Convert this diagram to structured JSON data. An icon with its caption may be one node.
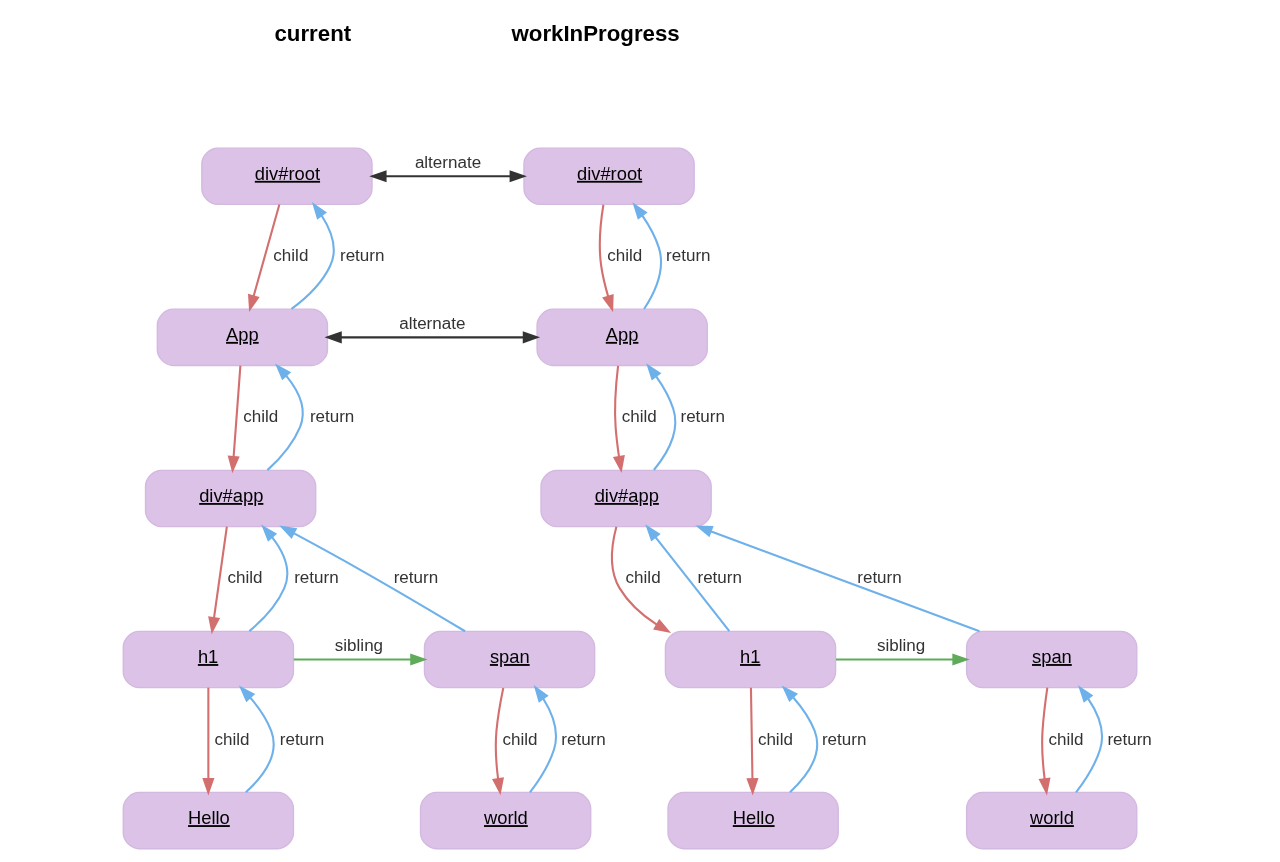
{
  "diagram": {
    "nodes": [
      {
        "text": [
          "div#root"
        ]
      },
      {
        "text": [
          "App"
        ]
      },
      {
        "text": [
          "div#app"
        ]
      },
      {
        "text": [
          "h1"
        ]
      },
      {
        "text": [
          "span"
        ]
      },
      {
        "text": [
          "Hello"
        ]
      },
      {
        "text": [
          "world"
        ]
      },
      {
        "text": [
          "div#root"
        ]
      },
      {
        "text": [
          "App"
        ]
      },
      {
        "text": [
          "div#app"
        ]
      },
      {
        "text": [
          "h1"
        ]
      },
      {
        "text": [
          "span"
        ]
      },
      {
        "text": [
          "Hello"
        ]
      },
      {
        "text": [
          "world"
        ]
      }
    ],
    "edges": [
      {
        "from": 0,
        "to": 7,
        "arrow": "both",
        "label": "alternate",
        "color": "#333333"
      },
      {
        "from": 0,
        "to": 1,
        "arrow": "to",
        "label": "child",
        "color": "#d36f6f"
      },
      {
        "from": 1,
        "to": 0,
        "arrow": "to",
        "label": "return",
        "color": "#6eb1ea"
      },
      {
        "from": 1,
        "to": 8,
        "arrow": "both",
        "label": "alternate",
        "color": "#333333"
      },
      {
        "from": 1,
        "to": 2,
        "arrow": "to",
        "label": "child",
        "color": "#d36f6f"
      },
      {
        "from": 2,
        "to": 1,
        "arrow": "to",
        "label": "return",
        "color": "#6eb1ea"
      },
      {
        "from": 4,
        "to": 2,
        "arrow": "to",
        "label": "return",
        "color": "#6eb1ea"
      },
      {
        "from": 2,
        "to": 3,
        "arrow": "to",
        "label": "child",
        "color": "#d36f6f"
      },
      {
        "from": 3,
        "to": 2,
        "arrow": "to",
        "label": "return",
        "color": "#6eb1ea"
      },
      {
        "from": 3,
        "to": 4,
        "arrow": "to",
        "label": "sibling",
        "color": "#5fab5a"
      },
      {
        "from": 3,
        "to": 5,
        "arrow": "to",
        "label": "child",
        "color": "#d36f6f"
      },
      {
        "from": 5,
        "to": 3,
        "arrow": "to",
        "label": "return",
        "color": "#6eb1ea"
      },
      {
        "from": 4,
        "to": 6,
        "arrow": "to",
        "label": "child",
        "color": "#d36f6f"
      },
      {
        "from": 6,
        "to": 4,
        "arrow": "to",
        "label": "return",
        "color": "#6eb1ea"
      },
      {
        "from": 7,
        "to": 8,
        "arrow": "to",
        "label": "child",
        "color": "#d36f6f"
      },
      {
        "from": 8,
        "to": 7,
        "arrow": "to",
        "label": "return",
        "color": "#6eb1ea"
      },
      {
        "from": 8,
        "to": 9,
        "arrow": "to",
        "label": "child",
        "color": "#d36f6f"
      },
      {
        "from": 9,
        "to": 8,
        "arrow": "to",
        "label": "return",
        "color": "#6eb1ea"
      },
      {
        "from": 11,
        "to": 9,
        "arrow": "to",
        "label": "return",
        "color": "#6eb1ea"
      },
      {
        "from": 9,
        "to": 10,
        "arrow": "to",
        "label": "child",
        "color": "#d36f6f"
      },
      {
        "from": 10,
        "to": 9,
        "arrow": "to",
        "label": "return",
        "color": "#6eb1ea"
      },
      {
        "from": 10,
        "to": 11,
        "arrow": "to",
        "label": "sibling",
        "color": "#5fab5a"
      },
      {
        "from": 10,
        "to": 12,
        "arrow": "to",
        "label": "child",
        "color": "#d36f6f"
      },
      {
        "from": 12,
        "to": 10,
        "arrow": "to",
        "label": "return",
        "color": "#6eb1ea"
      },
      {
        "from": 11,
        "to": 13,
        "arrow": "to",
        "label": "child",
        "color": "#d36f6f"
      },
      {
        "from": 13,
        "to": 11,
        "arrow": "to",
        "label": "return",
        "color": "#6eb1ea"
      }
    ],
    "labels": [
      "current",
      "workInProgress"
    ]
  }
}
